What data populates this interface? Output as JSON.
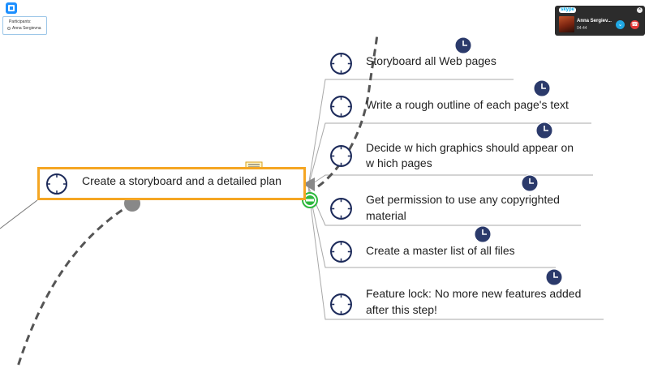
{
  "participants": {
    "title": "Participants:",
    "name": "Anna Sergievna"
  },
  "call": {
    "brand": "skype",
    "close_glyph": "×",
    "caller": "Anna Sergiev...",
    "duration": "04:44",
    "dial_glyph": "⌄",
    "hangup_glyph": "☎"
  },
  "central": {
    "text": "Create a storyboard and a detailed plan"
  },
  "nodes": [
    {
      "line1": "Storyboard all Web pages",
      "line2": ""
    },
    {
      "line1": "Write a rough outline of each page's text",
      "line2": ""
    },
    {
      "line1": "Decide w hich graphics should appear on",
      "line2": "w hich pages"
    },
    {
      "line1": "Get permission to use any copyrighted",
      "line2": "material"
    },
    {
      "line1": "Create a master list of all files",
      "line2": ""
    },
    {
      "line1": "Feature lock: No more new features added",
      "line2": "after this step!"
    }
  ],
  "colors": {
    "accent": "#f5a623",
    "task_icon": "#1c2a5a",
    "collapse": "#2db83d",
    "connector": "#555555"
  }
}
